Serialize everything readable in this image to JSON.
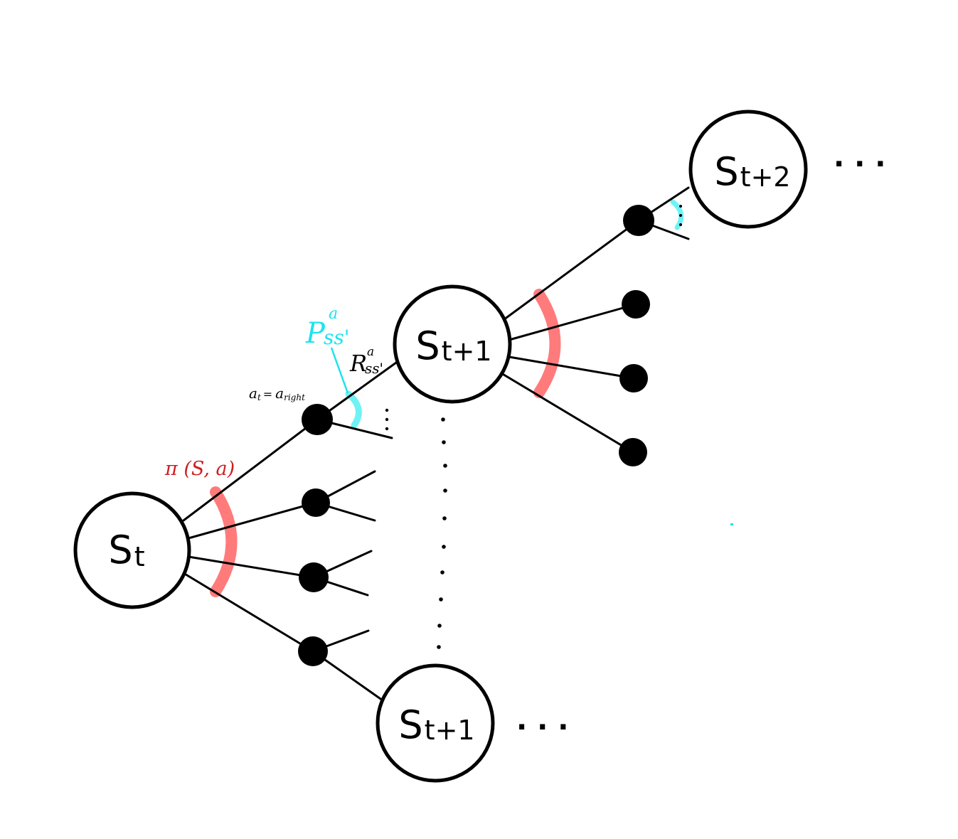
{
  "states": [
    {
      "id": "s_t",
      "base": "S",
      "sub": "t"
    },
    {
      "id": "s_t1_upper",
      "base": "S",
      "sub": "t+1"
    },
    {
      "id": "s_t1_lower",
      "base": "S",
      "sub": "t+1"
    },
    {
      "id": "s_t2",
      "base": "S",
      "sub": "t+2"
    }
  ],
  "annotations": {
    "policy": {
      "text": "π (S, a)",
      "color": "#cc1f1f"
    },
    "action": {
      "base": "a",
      "sub": "t",
      "eq": "=",
      "value_base": "a",
      "value_sub": "right"
    },
    "transition": {
      "base": "P",
      "sub": "ss'",
      "sup": "a",
      "color": "#1ee3ee"
    },
    "reward": {
      "base": "R",
      "sub": "ss'",
      "sup": "a"
    }
  },
  "ellipsis": "· · ·",
  "colors": {
    "policy_arc": "#ff7b7b",
    "transition_arc": "#6ff2f5",
    "line": "#000000"
  }
}
